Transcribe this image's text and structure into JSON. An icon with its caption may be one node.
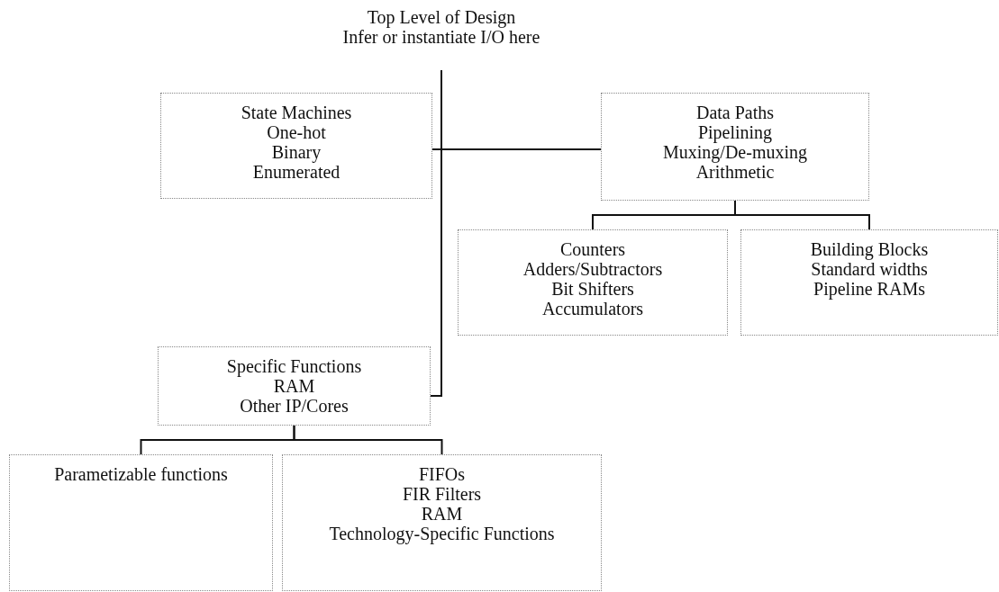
{
  "diagram": {
    "nodes": [
      {
        "text": [
          "Top Level of Design",
          "Infer or instantiate I/O here"
        ]
      },
      {
        "text": [
          "State Machines",
          "One-hot",
          "Binary",
          "Enumerated"
        ]
      },
      {
        "text": [
          "Data Paths",
          "Pipelining",
          "Muxing/De-muxing",
          "Arithmetic"
        ]
      },
      {
        "text": [
          "Counters",
          "Adders/Subtractors",
          "Bit Shifters",
          "Accumulators"
        ]
      },
      {
        "text": [
          "Building Blocks",
          "Standard widths",
          "Pipeline RAMs"
        ]
      },
      {
        "text": [
          "Specific Functions",
          "RAM",
          "Other IP/Cores"
        ]
      },
      {
        "text": [
          "Parametizable functions"
        ]
      },
      {
        "text": [
          "FIFOs",
          "FIR Filters",
          "RAM",
          "Technology-Specific Functions"
        ]
      }
    ],
    "edges": [
      {
        "from": 0,
        "to": 1,
        "arrow": "none"
      },
      {
        "from": 0,
        "to": 2,
        "arrow": "none"
      },
      {
        "from": 0,
        "to": 5,
        "arrow": "none"
      },
      {
        "from": 2,
        "to": 3,
        "arrow": "none"
      },
      {
        "from": 2,
        "to": 4,
        "arrow": "none"
      },
      {
        "from": 5,
        "to": 6,
        "arrow": "none"
      },
      {
        "from": 5,
        "to": 7,
        "arrow": "none"
      }
    ]
  }
}
